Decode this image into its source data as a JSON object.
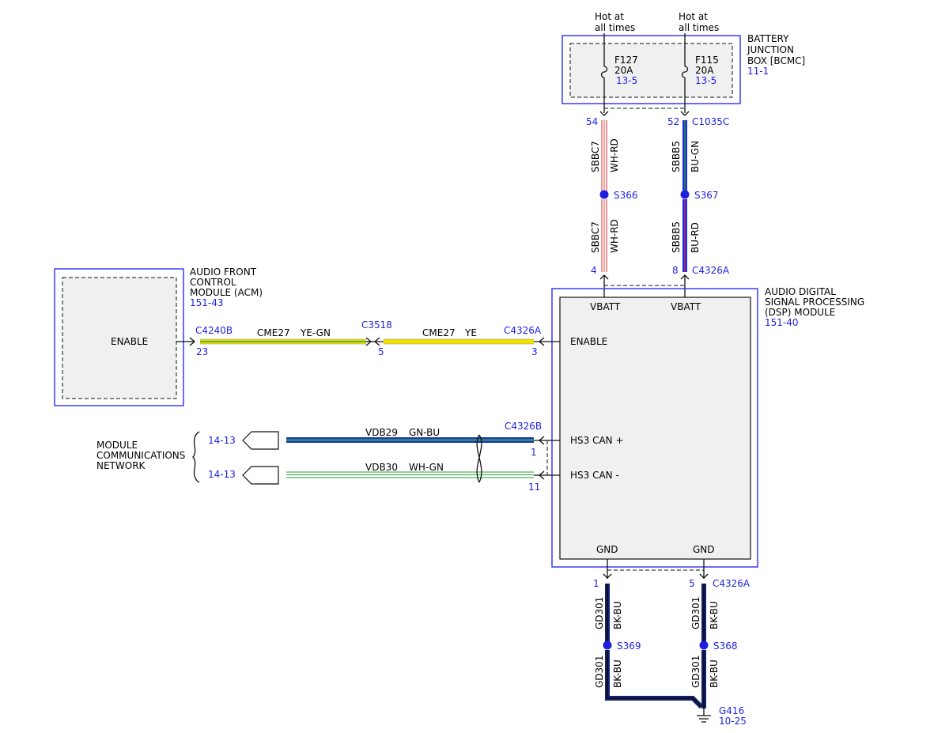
{
  "battery_junction_box": {
    "name_line1": "BATTERY",
    "name_line2": "JUNCTION",
    "name_line3": "BOX [BCMC]",
    "ref": "11-1",
    "fuses": [
      {
        "hot1": "Hot at",
        "hot2": "all times",
        "name": "F127",
        "rating": "20A",
        "ref": "13-5"
      },
      {
        "hot1": "Hot at",
        "hot2": "all times",
        "name": "F115",
        "rating": "20A",
        "ref": "13-5"
      }
    ]
  },
  "upper_connectors": {
    "left_pin": "54",
    "right_pin": "52",
    "right_connector": "C1035C"
  },
  "power_wires": {
    "left_upper_circuit": "SBBC7",
    "left_upper_color": "WH-RD",
    "right_upper_circuit": "SBBB5",
    "right_upper_color": "BU-GN",
    "left_lower_circuit": "SBBC7",
    "left_lower_color": "WH-RD",
    "right_lower_circuit": "SBBB5",
    "right_lower_color": "BU-RD"
  },
  "splices": {
    "s366": "S366",
    "s367": "S367",
    "s369": "S369",
    "s368": "S368"
  },
  "dsp_connectors": {
    "left_pin": "4",
    "right_pin": "8",
    "right_connector": "C4326A"
  },
  "dsp_module": {
    "name_line1": "AUDIO DIGITAL",
    "name_line2": "SIGNAL PROCESSING",
    "name_line3": "(DSP) MODULE",
    "ref": "151-40",
    "vbatt_left": "VBATT",
    "vbatt_right": "VBATT",
    "enable": "ENABLE",
    "hs3_plus": "HS3 CAN +",
    "hs3_minus": "HS3 CAN -",
    "gnd_left": "GND",
    "gnd_right": "GND"
  },
  "acm": {
    "name_line1": "AUDIO FRONT",
    "name_line2": "CONTROL",
    "name_line3": "MODULE (ACM)",
    "ref": "151-43",
    "enable": "ENABLE"
  },
  "enable_circuit": {
    "acm_connector": "C4240B",
    "acm_pin": "23",
    "wire1_circuit": "CME27",
    "wire1_color": "YE-GN",
    "inline_connector": "C3518",
    "inline_pin": "5",
    "wire2_circuit": "CME27",
    "wire2_color": "YE",
    "dsp_connector": "C4326A",
    "dsp_pin": "3"
  },
  "can_circuit": {
    "network_line1": "MODULE",
    "network_line2": "COMMUNICATIONS",
    "network_line3": "NETWORK",
    "plus_ref": "14-13",
    "minus_ref": "14-13",
    "plus_circuit": "VDB29",
    "plus_color": "GN-BU",
    "minus_circuit": "VDB30",
    "minus_color": "WH-GN",
    "dsp_connector": "C4326B",
    "plus_pin": "1",
    "minus_pin": "11"
  },
  "ground_circuit": {
    "left_pin": "1",
    "right_pin": "5",
    "connector": "C4326A",
    "left_upper_circuit": "GD301",
    "left_upper_color": "BK-BU",
    "right_upper_circuit": "GD301",
    "right_upper_color": "BK-BU",
    "left_lower_circuit": "GD301",
    "left_lower_color": "BK-BU",
    "right_lower_circuit": "GD301",
    "right_lower_color": "BK-BU",
    "ground_name": "G416",
    "ground_ref": "10-25"
  },
  "colors": {
    "reference_blue": "#1f1fe0",
    "module_outline": "#3a3af0",
    "wire_yellow": "#f0e000",
    "wire_green": "#2e9e3a",
    "wire_blue": "#1a2fd0",
    "wire_purple": "#7a22c8",
    "wire_red": "#e05050",
    "wire_black": "#111111",
    "wire_navy": "#11207a"
  }
}
